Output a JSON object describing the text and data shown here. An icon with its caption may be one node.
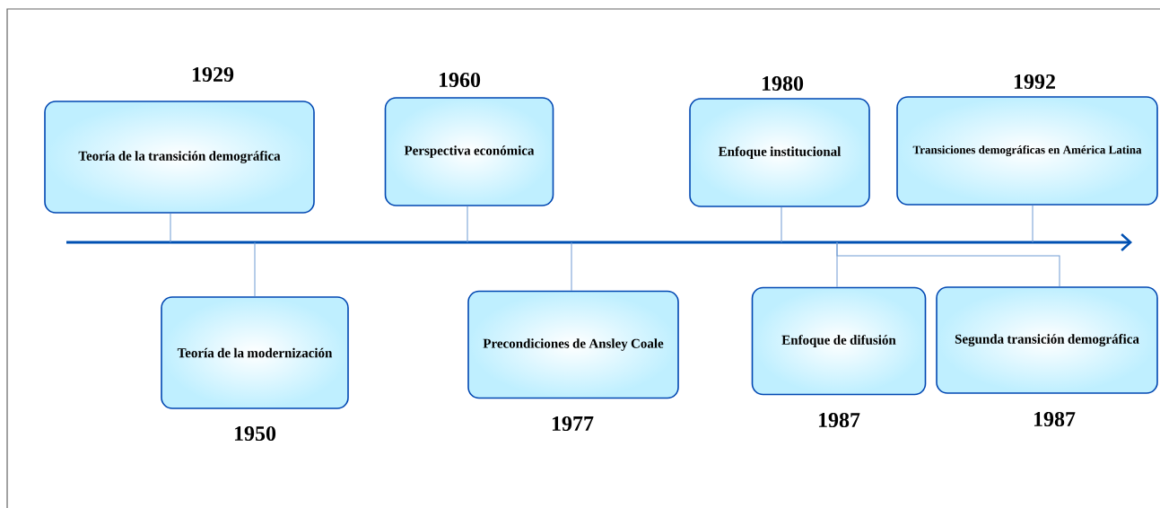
{
  "diagram": {
    "nodes": [
      {
        "text": [
          "Teoría de la transición demográfica"
        ],
        "beside": [
          "1929"
        ]
      },
      {
        "text": [
          "Teoría de la modernización"
        ],
        "beside": [
          "1950"
        ]
      },
      {
        "text": [
          "Perspectiva económica"
        ],
        "beside": [
          "1960"
        ]
      },
      {
        "text": [
          "Precondiciones de Ansley Coale"
        ],
        "beside": [
          "1977"
        ]
      },
      {
        "text": [
          "Enfoque institucional"
        ],
        "beside": [
          "1980"
        ]
      },
      {
        "text": [
          "Transiciones demográficas en América Latina"
        ],
        "beside": [
          "1992"
        ]
      },
      {
        "text": [
          "Enfoque de difusión"
        ],
        "beside": [
          "1987"
        ]
      },
      {
        "text": [
          "Segunda transición demográfica"
        ],
        "beside": [
          "1987"
        ]
      },
      {
        "text": [],
        "shape": "arrow"
      }
    ],
    "edges": [
      {
        "from": 0,
        "to": 8,
        "arrow": "none"
      },
      {
        "from": 1,
        "to": 8,
        "arrow": "none"
      },
      {
        "from": 2,
        "to": 8,
        "arrow": "none"
      },
      {
        "from": 3,
        "to": 8,
        "arrow": "none"
      },
      {
        "from": 4,
        "to": 8,
        "arrow": "none"
      },
      {
        "from": 5,
        "to": 8,
        "arrow": "none"
      },
      {
        "from": 8,
        "to": 6,
        "arrow": "none"
      },
      {
        "from": 8,
        "to": 7,
        "arrow": "none"
      }
    ]
  }
}
